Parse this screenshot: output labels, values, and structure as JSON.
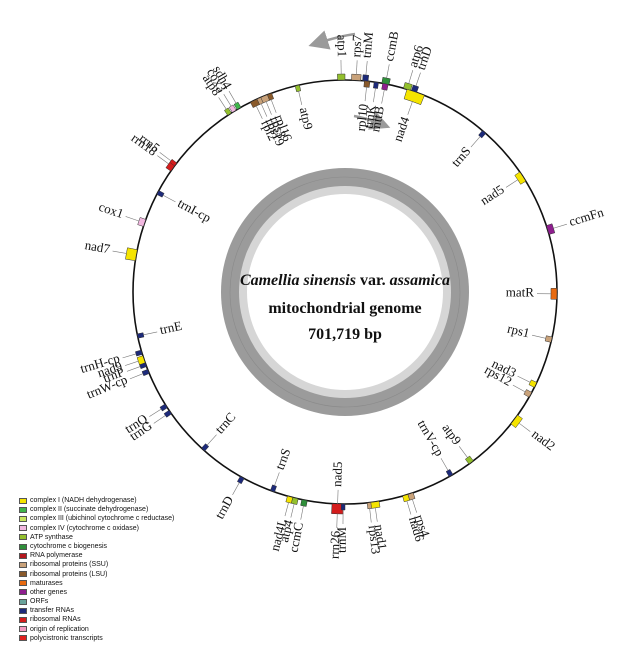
{
  "title": {
    "species": "Camellia sinensis",
    "var": " var. ",
    "variety": "assamica",
    "line2": "mitochondrial genome",
    "line3": "701,719 bp"
  },
  "legend": [
    {
      "label": "complex I (NADH dehydrogenase)",
      "color": "#f5e400"
    },
    {
      "label": "complex II (succinate dehydrogenase)",
      "color": "#3fb54a"
    },
    {
      "label": "complex III (ubichinol cytochrome c reductase)",
      "color": "#c8e660"
    },
    {
      "label": "complex IV (cytochrome c oxidase)",
      "color": "#f2b8e0"
    },
    {
      "label": "ATP synthase",
      "color": "#93c02d"
    },
    {
      "label": "cytochrome c biogenesis",
      "color": "#2f8f3a"
    },
    {
      "label": "RNA polymerase",
      "color": "#b4161c"
    },
    {
      "label": "ribosomal proteins (SSU)",
      "color": "#c9a27a"
    },
    {
      "label": "ribosomal proteins (LSU)",
      "color": "#8a5a2b"
    },
    {
      "label": "maturases",
      "color": "#e86a10"
    },
    {
      "label": "other genes",
      "color": "#8e1e8e"
    },
    {
      "label": "ORFs",
      "color": "#6aa39a"
    },
    {
      "label": "transfer RNAs",
      "color": "#1d2a7a"
    },
    {
      "label": "ribosomal RNAs",
      "color": "#d41c1c"
    },
    {
      "label": "origin of replication",
      "color": "#f49ac1"
    },
    {
      "label": "polycistronic transcripts",
      "color": "#e0201e"
    }
  ],
  "genes": [
    {
      "label": "rps7",
      "angle": 3,
      "side": "out",
      "color": "#c9a27a",
      "len": 2.5,
      "h": 0.6
    },
    {
      "label": "trnM",
      "angle": 5.5,
      "side": "out",
      "color": "#1d2a7a",
      "len": 1.5,
      "h": 0.6
    },
    {
      "label": "ccmB",
      "angle": 11,
      "side": "out",
      "color": "#2f8f3a",
      "len": 2,
      "h": 0.6
    },
    {
      "label": "atp6",
      "angle": 17,
      "side": "out",
      "color": "#93c02d",
      "len": 2,
      "h": 0.6
    },
    {
      "label": "trnD",
      "angle": 19,
      "side": "out",
      "color": "#1d2a7a",
      "len": 1.5,
      "h": 0.6
    },
    {
      "label": "rpl10",
      "angle": 6,
      "side": "in",
      "color": "#8a5a2b",
      "len": 1.5,
      "h": 0.6
    },
    {
      "label": "trnK",
      "angle": 8.5,
      "side": "in",
      "color": "#1d2a7a",
      "len": 1.2,
      "h": 0.6
    },
    {
      "label": "mttB",
      "angle": 11,
      "side": "in",
      "color": "#8e1e8e",
      "len": 1.5,
      "h": 0.6
    },
    {
      "label": "nad4",
      "angle": 19.5,
      "side": "in",
      "color": "#f5e400",
      "len": 5,
      "h": 1
    },
    {
      "label": "trnS",
      "angle": 41,
      "side": "in",
      "color": "#1d2a7a",
      "len": 1.2,
      "h": 0.6
    },
    {
      "label": "nad5",
      "angle": 57,
      "side": "in",
      "color": "#f5e400",
      "len": 3,
      "h": 0.6
    },
    {
      "label": "ccmFn",
      "angle": 73,
      "side": "out",
      "color": "#8e1e8e",
      "len": 2.5,
      "h": 0.6
    },
    {
      "label": "matR",
      "angle": 90.5,
      "side": "in",
      "color": "#e86a10",
      "len": 3,
      "h": 0.6
    },
    {
      "label": "rps1",
      "angle": 103,
      "side": "in",
      "color": "#c9a27a",
      "len": 1.5,
      "h": 0.6
    },
    {
      "label": "nad3",
      "angle": 116,
      "side": "in",
      "color": "#f5e400",
      "len": 1.5,
      "h": 0.6
    },
    {
      "label": "rps12",
      "angle": 119,
      "side": "in",
      "color": "#c9a27a",
      "len": 1.5,
      "h": 0.6
    },
    {
      "label": "nad2",
      "angle": 127,
      "side": "out",
      "color": "#f5e400",
      "len": 3,
      "h": 0.6
    },
    {
      "label": "atp9",
      "angle": 143.5,
      "side": "in",
      "color": "#93c02d",
      "len": 1.5,
      "h": 0.6
    },
    {
      "label": "trnV-cp",
      "angle": 150,
      "side": "in",
      "color": "#1d2a7a",
      "len": 1.2,
      "h": 0.6
    },
    {
      "label": "rps4",
      "angle": 162,
      "side": "out",
      "color": "#c9a27a",
      "len": 1.5,
      "h": 0.6
    },
    {
      "label": "nad6",
      "angle": 163.5,
      "side": "out",
      "color": "#f5e400",
      "len": 1.5,
      "h": 0.6
    },
    {
      "label": "nad1",
      "angle": 172,
      "side": "out",
      "color": "#f5e400",
      "len": 2.5,
      "h": 0.6
    },
    {
      "label": "rps13",
      "angle": 173.5,
      "side": "out",
      "color": "#c9a27a",
      "len": 1,
      "h": 0.6
    },
    {
      "label": "rrn26",
      "angle": 182,
      "side": "out",
      "color": "#d41c1c",
      "len": 3,
      "h": 1
    },
    {
      "label": "trnM",
      "angle": 180.5,
      "side": "out",
      "color": "#1d2a7a",
      "len": 1,
      "h": 0.6
    },
    {
      "label": "nad5",
      "angle": 182,
      "side": "in",
      "color": "#f5e400",
      "len": 0,
      "h": 0
    },
    {
      "label": "nad4L",
      "angle": 195,
      "side": "out",
      "color": "#f5e400",
      "len": 1.5,
      "h": 0.6
    },
    {
      "label": "atp4",
      "angle": 193.5,
      "side": "out",
      "color": "#93c02d",
      "len": 1.5,
      "h": 0.6
    },
    {
      "label": "ccmC",
      "angle": 191,
      "side": "out",
      "color": "#2f8f3a",
      "len": 1.5,
      "h": 0.6
    },
    {
      "label": "trnS",
      "angle": 200,
      "side": "in",
      "color": "#1d2a7a",
      "len": 1.2,
      "h": 0.6
    },
    {
      "label": "trnD",
      "angle": 209,
      "side": "out",
      "color": "#1d2a7a",
      "len": 1.2,
      "h": 0.6
    },
    {
      "label": "trnC",
      "angle": 222,
      "side": "in",
      "color": "#1d2a7a",
      "len": 1.2,
      "h": 0.6
    },
    {
      "label": "trnG",
      "angle": 235.5,
      "side": "out",
      "color": "#1d2a7a",
      "len": 1.2,
      "h": 0.6
    },
    {
      "label": "trnQ",
      "angle": 237.5,
      "side": "out",
      "color": "#1d2a7a",
      "len": 1.2,
      "h": 0.6
    },
    {
      "label": "trnW-cp",
      "angle": 248,
      "side": "out",
      "color": "#1d2a7a",
      "len": 1.2,
      "h": 0.6
    },
    {
      "label": "trnP",
      "angle": 250,
      "side": "out",
      "color": "#1d2a7a",
      "len": 1.2,
      "h": 0.6
    },
    {
      "label": "nad9",
      "angle": 251.5,
      "side": "out",
      "color": "#f5e400",
      "len": 2,
      "h": 0.6
    },
    {
      "label": "trnH-cp",
      "angle": 253.5,
      "side": "out",
      "color": "#1d2a7a",
      "len": 1.2,
      "h": 0.6
    },
    {
      "label": "trnE",
      "angle": 258,
      "side": "in",
      "color": "#1d2a7a",
      "len": 1.2,
      "h": 0.6
    },
    {
      "label": "nad7",
      "angle": 280,
      "side": "out",
      "color": "#f5e400",
      "len": 3,
      "h": 1
    },
    {
      "label": "cox1",
      "angle": 289,
      "side": "out",
      "color": "#f2b8e0",
      "len": 2,
      "h": 0.6
    },
    {
      "label": "trnI-cp",
      "angle": 298,
      "side": "in",
      "color": "#1d2a7a",
      "len": 1.2,
      "h": 0.6
    },
    {
      "label": "rrn18",
      "angle": 306,
      "side": "out",
      "color": "#d41c1c",
      "len": 2.5,
      "h": 0.6
    },
    {
      "label": "rrn5",
      "angle": 307,
      "side": "out",
      "color": "#d41c1c",
      "len": 1,
      "h": 0.6
    },
    {
      "label": "atp8",
      "angle": 327,
      "side": "out",
      "color": "#93c02d",
      "len": 1.2,
      "h": 0.6
    },
    {
      "label": "cox3",
      "angle": 328.5,
      "side": "out",
      "color": "#f2b8e0",
      "len": 1.2,
      "h": 0.6
    },
    {
      "label": "sdh4",
      "angle": 330,
      "side": "out",
      "color": "#3fb54a",
      "len": 1.2,
      "h": 0.6
    },
    {
      "label": "rpl16",
      "angle": 339,
      "side": "in",
      "color": "#8a5a2b",
      "len": 1.5,
      "h": 0.6
    },
    {
      "label": "rps3",
      "angle": 337.5,
      "side": "in",
      "color": "#c9a27a",
      "len": 2,
      "h": 0.6
    },
    {
      "label": "rps19",
      "angle": 336,
      "side": "in",
      "color": "#c9a27a",
      "len": 1.2,
      "h": 0.6
    },
    {
      "label": "rpl2",
      "angle": 334.5,
      "side": "in",
      "color": "#8a5a2b",
      "len": 2,
      "h": 0.6
    },
    {
      "label": "atp9",
      "angle": 347,
      "side": "in",
      "color": "#93c02d",
      "len": 1.2,
      "h": 0.6
    },
    {
      "label": "atp1",
      "angle": 359,
      "side": "out",
      "color": "#93c02d",
      "len": 2,
      "h": 0.6
    }
  ]
}
